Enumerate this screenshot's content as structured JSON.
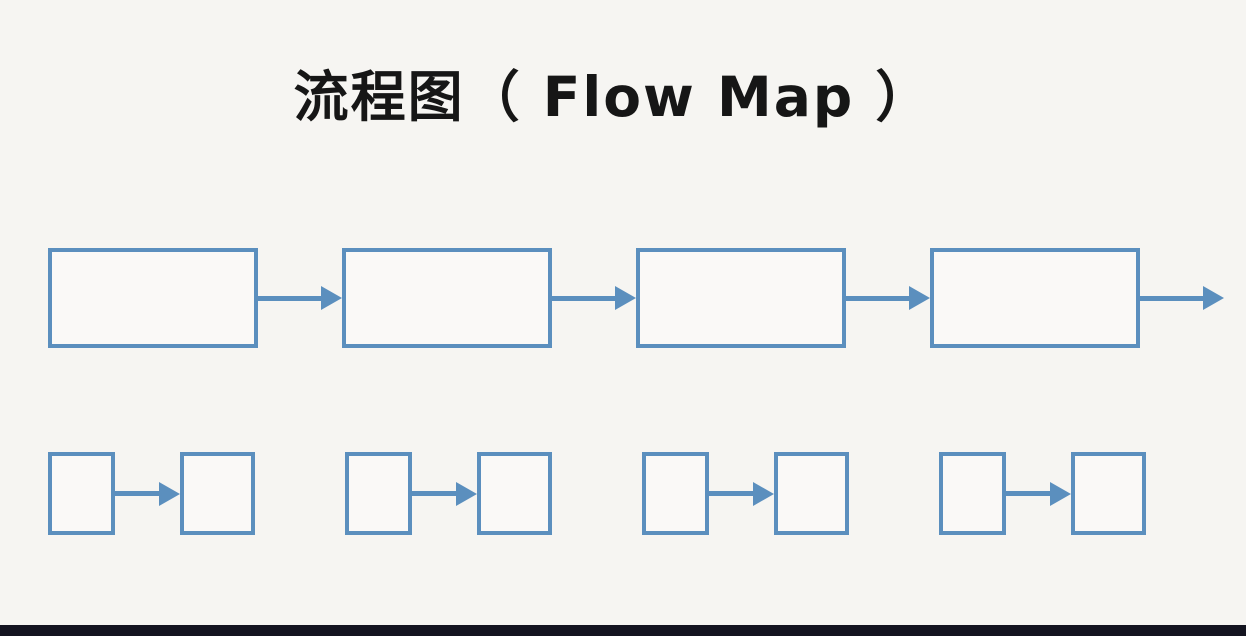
{
  "title": "流程图（ Flow Map ）",
  "colors": {
    "accent": "#5b8fbe",
    "background": "#f6f5f2",
    "footer_bar": "#141420"
  },
  "icons": {
    "flow_arrow": "right-arrow-icon"
  },
  "diagram": {
    "type": "flow-map",
    "top_row": {
      "boxes": 4,
      "labels": [
        "",
        "",
        "",
        ""
      ],
      "arrows_between": 3,
      "trailing_arrow": true
    },
    "bottom_row": {
      "groups": 4,
      "boxes_per_group": 2,
      "labels": [
        [
          "",
          ""
        ],
        [
          "",
          ""
        ],
        [
          "",
          ""
        ],
        [
          "",
          ""
        ]
      ]
    }
  }
}
